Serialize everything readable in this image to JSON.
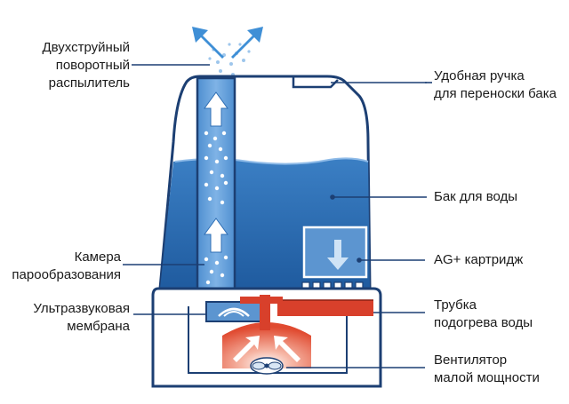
{
  "labels": {
    "nozzle": [
      "Двухструйный",
      "поворотный",
      "распылитель"
    ],
    "handle": [
      "Удобная ручка",
      "для переноски бака"
    ],
    "tank": [
      "Бак для воды"
    ],
    "chamber": [
      "Камера",
      "парообразования"
    ],
    "cartridge": [
      "AG+ картридж"
    ],
    "membrane": [
      "Ультразвуковая",
      "мембрана"
    ],
    "heater": [
      "Трубка",
      "подогрева воды"
    ],
    "fan": [
      "Вентилятор",
      "малой мощности"
    ]
  },
  "colors": {
    "water": "#2f6fb5",
    "water_light": "#6fa6dc",
    "outline": "#1c3f73",
    "hot": "#d8402b",
    "warm": "#f3a48f",
    "arrow_blue": "#3f8fd6",
    "leader": "#1c3f73"
  }
}
